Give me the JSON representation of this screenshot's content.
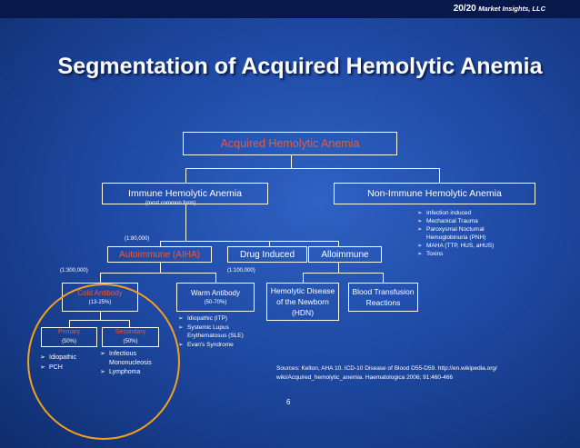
{
  "brand": {
    "name": "20/20",
    "suffix": "Market Insights, LLC"
  },
  "title": "Segmentation of Acquired Hemolytic Anemia",
  "nodes": {
    "root": "Acquired Hemolytic Anemia",
    "immune": "Immune Hemolytic Anemia",
    "immune_note": "(most common form)",
    "non_immune": "Non-Immune Hemolytic Anemia",
    "aiha": "Autoimmune (AIHA)",
    "aiha_freq": "(1:80,000)",
    "drug": "Drug Induced",
    "allo": "Alloimmune",
    "cold": "Cold Antibody",
    "cold_pct": "(13-25%)",
    "cold_freq": "(1:300,000)",
    "warm": "Warm Antibody",
    "warm_pct": "(50-70%)",
    "warm_freq": "(1:100,000)",
    "hdn_line1": "Hemolytic Disease",
    "hdn_line2": "of the Newborn",
    "hdn_line3": "(HDN)",
    "transfusion_line1": "Blood Transfusion",
    "transfusion_line2": "Reactions",
    "primary": "Primary",
    "primary_pct": "(50%)",
    "secondary": "Secondary",
    "secondary_pct": "(50%)"
  },
  "non_immune_causes": [
    "Infection induced",
    "Mechanical Trauma",
    "Paroxysmal Nocturnal",
    "MAHA (TTP, HUS, aHUS)",
    "Toxins"
  ],
  "non_immune_causes_cont": "Hemoglobinuria (PNH)",
  "warm_causes": [
    "Idiopathic (ITP)",
    "Systemic Lupus",
    "Evan's Syndrome"
  ],
  "warm_causes_cont": "Erythematosus (SLE)",
  "primary_causes": [
    "Idiopathic",
    "PCH"
  ],
  "secondary_causes": [
    "Infectious",
    "Lymphoma"
  ],
  "secondary_causes_cont": "Mononucleosis",
  "sources_line1": "Sources: Kelton, AHA 10. ICD-10 Disease of Blood D55-D59. http://en.wikipedia.org/",
  "sources_line2": "wiki/Acquired_hemolytic_anemia. Haematologica 2006; 91:460-466",
  "page_number": "6",
  "colors": {
    "accent_red": "#e85a3c",
    "highlight_orange": "#f2a01e",
    "background": "#1f4aa5"
  }
}
